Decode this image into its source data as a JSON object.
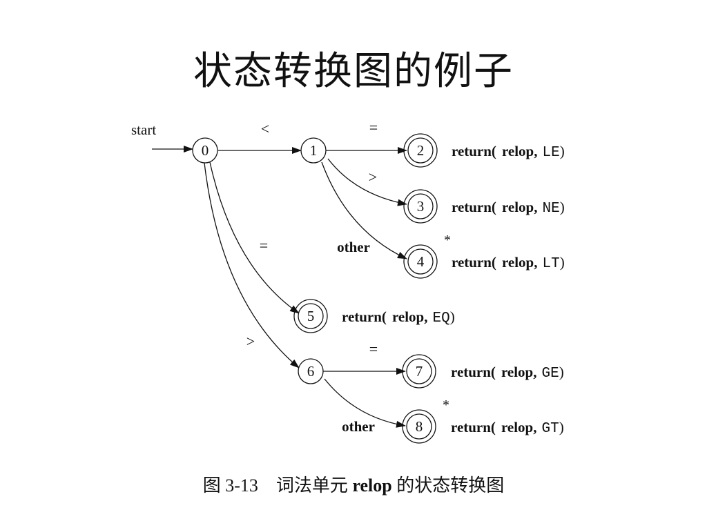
{
  "title": "状态转换图的例子",
  "diagram": {
    "start_label": "start",
    "states": [
      {
        "id": "0",
        "accepting": false,
        "retract": false,
        "action": null
      },
      {
        "id": "1",
        "accepting": false,
        "retract": false,
        "action": null
      },
      {
        "id": "2",
        "accepting": true,
        "retract": false,
        "action": {
          "prefix": "return(",
          "name": "relop,",
          "token": "LE",
          "suffix": ")"
        }
      },
      {
        "id": "3",
        "accepting": true,
        "retract": false,
        "action": {
          "prefix": "return(",
          "name": "relop,",
          "token": "NE",
          "suffix": ")"
        }
      },
      {
        "id": "4",
        "accepting": true,
        "retract": true,
        "action": {
          "prefix": "return(",
          "name": "relop,",
          "token": "LT",
          "suffix": ")"
        }
      },
      {
        "id": "5",
        "accepting": true,
        "retract": false,
        "action": {
          "prefix": "return(",
          "name": "relop,",
          "token": "EQ",
          "suffix": ")"
        }
      },
      {
        "id": "6",
        "accepting": false,
        "retract": false,
        "action": null
      },
      {
        "id": "7",
        "accepting": true,
        "retract": false,
        "action": {
          "prefix": "return(",
          "name": "relop,",
          "token": "GE",
          "suffix": ")"
        }
      },
      {
        "id": "8",
        "accepting": true,
        "retract": true,
        "action": {
          "prefix": "return(",
          "name": "relop,",
          "token": "GT",
          "suffix": ")"
        }
      }
    ],
    "transitions": [
      {
        "from": "0",
        "to": "1",
        "label": "<"
      },
      {
        "from": "1",
        "to": "2",
        "label": "="
      },
      {
        "from": "1",
        "to": "3",
        "label": ">"
      },
      {
        "from": "1",
        "to": "4",
        "label": "other"
      },
      {
        "from": "0",
        "to": "5",
        "label": "="
      },
      {
        "from": "0",
        "to": "6",
        "label": ">"
      },
      {
        "from": "6",
        "to": "7",
        "label": "="
      },
      {
        "from": "6",
        "to": "8",
        "label": "other"
      }
    ],
    "retract_mark": "*"
  },
  "caption": {
    "figure_no": "图 3-13",
    "text_before": "词法单元",
    "bold_word": "relop",
    "text_after": "的状态转换图"
  }
}
